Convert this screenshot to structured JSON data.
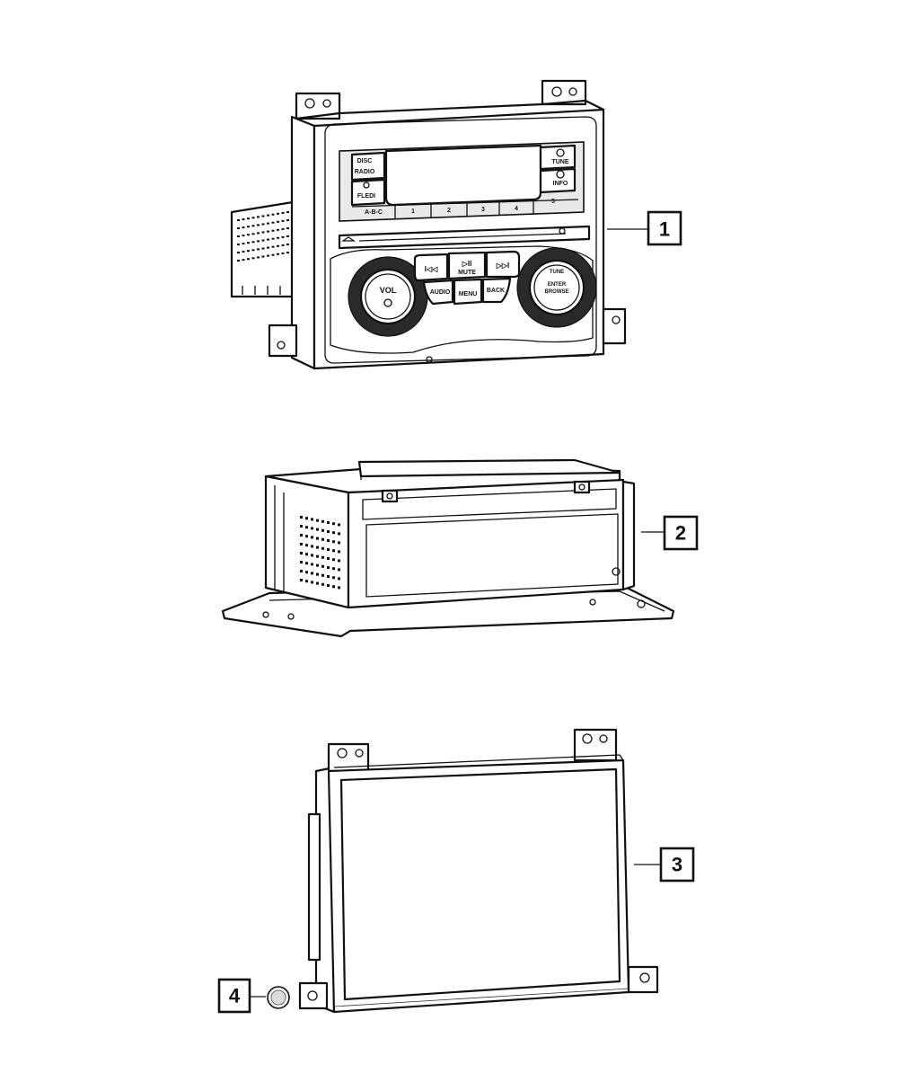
{
  "callouts": [
    {
      "id": "1",
      "label": "1"
    },
    {
      "id": "2",
      "label": "2"
    },
    {
      "id": "3",
      "label": "3"
    },
    {
      "id": "4",
      "label": "4"
    }
  ],
  "radio_faceplate": {
    "top_buttons_left": [
      "DISC",
      "RADIO"
    ],
    "left_button_2": "FLEDI",
    "right_buttons": [
      "TUNE",
      "INFO"
    ],
    "presets": [
      "A-B-C",
      "1",
      "2",
      "3",
      "4",
      "5"
    ],
    "media_buttons": {
      "prev": "I◁◁",
      "play": "▷II",
      "mute": "MUTE",
      "next": "▷▷I",
      "audio": "AUDIO",
      "menu": "MENU",
      "back": "BACK"
    },
    "left_knob": "VOL",
    "right_knob_top": "TUNE",
    "right_knob_bottom": [
      "ENTER",
      "BROWSE"
    ]
  }
}
